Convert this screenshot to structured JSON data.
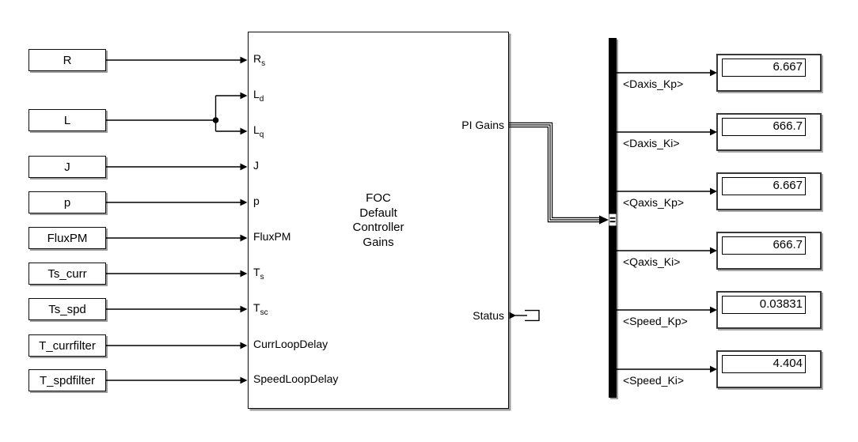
{
  "diagram": {
    "background": "#ffffff",
    "line_color": "#000000",
    "bus_bar_color": "#000000",
    "shadow_color": "#9c9c9c"
  },
  "sources": [
    {
      "label": "R"
    },
    {
      "label": "L"
    },
    {
      "label": "J"
    },
    {
      "label": "p"
    },
    {
      "label": "FluxPM"
    },
    {
      "label": "Ts_curr"
    },
    {
      "label": "Ts_spd"
    },
    {
      "label": "T_currfilter"
    },
    {
      "label": "T_spdfilter"
    }
  ],
  "controller": {
    "title_lines": [
      "FOC",
      "Default",
      "Controller",
      "Gains"
    ],
    "ports": {
      "inputs": [
        {
          "base": "R",
          "sub": "s"
        },
        {
          "base": "L",
          "sub": "d"
        },
        {
          "base": "L",
          "sub": "q"
        },
        {
          "base": "J",
          "sub": ""
        },
        {
          "base": "p",
          "sub": ""
        },
        {
          "base": "FluxPM",
          "sub": ""
        },
        {
          "base": "T",
          "sub": "s"
        },
        {
          "base": "T",
          "sub": "sc"
        },
        {
          "base": "CurrLoopDelay",
          "sub": ""
        },
        {
          "base": "SpeedLoopDelay",
          "sub": ""
        }
      ],
      "outputs": [
        {
          "label": "PI Gains"
        },
        {
          "label": "Status"
        }
      ]
    }
  },
  "bus": {
    "signals": [
      {
        "label": "<Daxis_Kp>",
        "value": "6.667"
      },
      {
        "label": "<Daxis_Ki>",
        "value": "666.7"
      },
      {
        "label": "<Qaxis_Kp>",
        "value": "6.667"
      },
      {
        "label": "<Qaxis_Ki>",
        "value": "666.7"
      },
      {
        "label": "<Speed_Kp>",
        "value": "0.03831"
      },
      {
        "label": "<Speed_Ki>",
        "value": "4.404"
      }
    ]
  }
}
